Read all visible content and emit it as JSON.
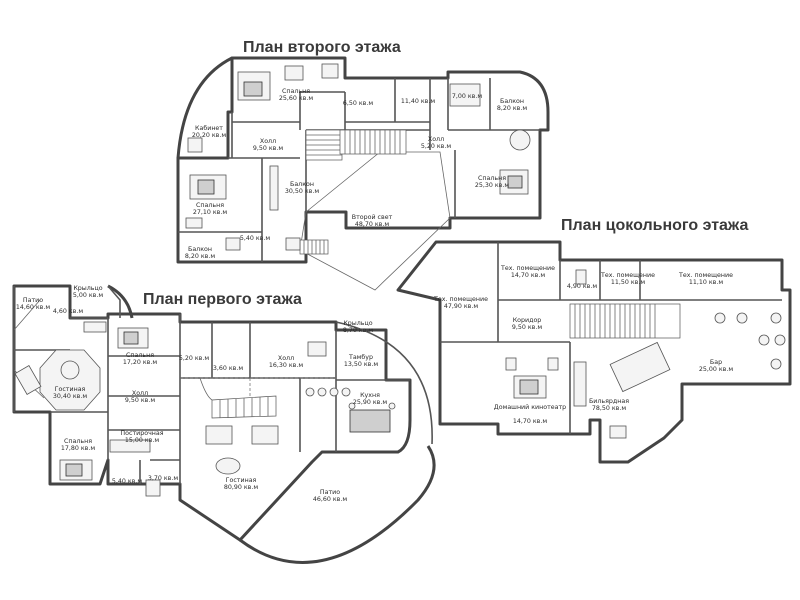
{
  "titles": {
    "second_floor": "План второго этажа",
    "basement": "План цокольного этажа",
    "first_floor": "План первого этажа"
  },
  "rooms": {
    "second_floor": [
      {
        "name": "Кабинет",
        "area": "20,20 кв.м"
      },
      {
        "name": "Спальня",
        "area": "25,60 кв.м"
      },
      {
        "name": "",
        "area": "6,50 кв.м"
      },
      {
        "name": "",
        "area": "11,40 кв.м"
      },
      {
        "name": "",
        "area": "7,00 кв.м"
      },
      {
        "name": "Балкон",
        "area": "8,20 кв.м"
      },
      {
        "name": "Холл",
        "area": "9,50 кв.м"
      },
      {
        "name": "Холл",
        "area": "5,20 кв.м"
      },
      {
        "name": "Спальня",
        "area": "25,30 кв.м"
      },
      {
        "name": "Спальня",
        "area": "27,10 кв.м"
      },
      {
        "name": "Балкон",
        "area": "30,50 кв.м"
      },
      {
        "name": "Второй свет",
        "area": "48,70 кв.м"
      },
      {
        "name": "",
        "area": "5,40 кв.м"
      },
      {
        "name": "Балкон",
        "area": "8,20 кв.м"
      }
    ],
    "basement": [
      {
        "name": "Тех. помещение",
        "area": "14,70 кв.м"
      },
      {
        "name": "Тех. помещение",
        "area": "11,50 кв.м"
      },
      {
        "name": "Тех. помещение",
        "area": "11,10 кв.м"
      },
      {
        "name": "",
        "area": "4,90 кв.м"
      },
      {
        "name": "Тех. помещение",
        "area": "47,90 кв.м"
      },
      {
        "name": "Коридор",
        "area": "9,50 кв.м"
      },
      {
        "name": "Бар",
        "area": "25,00 кв.м"
      },
      {
        "name": "Бильярдная",
        "area": "78,50 кв.м"
      },
      {
        "name": "Домашний кинотеатр",
        "area": "14,70 кв.м"
      }
    ],
    "first_floor": [
      {
        "name": "Патио",
        "area": "14,60 кв.м"
      },
      {
        "name": "Крыльцо",
        "area": "5,00 кв.м"
      },
      {
        "name": "",
        "area": "4,60 кв.м"
      },
      {
        "name": "Спальня",
        "area": "17,20 кв.м"
      },
      {
        "name": "",
        "area": "5,20 кв.м"
      },
      {
        "name": "",
        "area": "3,60 кв.м"
      },
      {
        "name": "Холл",
        "area": "16,30 кв.м"
      },
      {
        "name": "Крыльцо",
        "area": "8,70 кв.м"
      },
      {
        "name": "Тамбур",
        "area": "13,50 кв.м"
      },
      {
        "name": "Гостиная",
        "area": "30,40 кв.м"
      },
      {
        "name": "Холл",
        "area": "9,50 кв.м"
      },
      {
        "name": "Кухня",
        "area": "25,90 кв.м"
      },
      {
        "name": "Постирочная",
        "area": "15,00 кв.м"
      },
      {
        "name": "Спальня",
        "area": "17,80 кв.м"
      },
      {
        "name": "",
        "area": "5,40 кв.м"
      },
      {
        "name": "",
        "area": "3,70 кв.м"
      },
      {
        "name": "Гостиная",
        "area": "80,90 кв.м"
      },
      {
        "name": "Патио",
        "area": "46,60 кв.м"
      }
    ]
  }
}
